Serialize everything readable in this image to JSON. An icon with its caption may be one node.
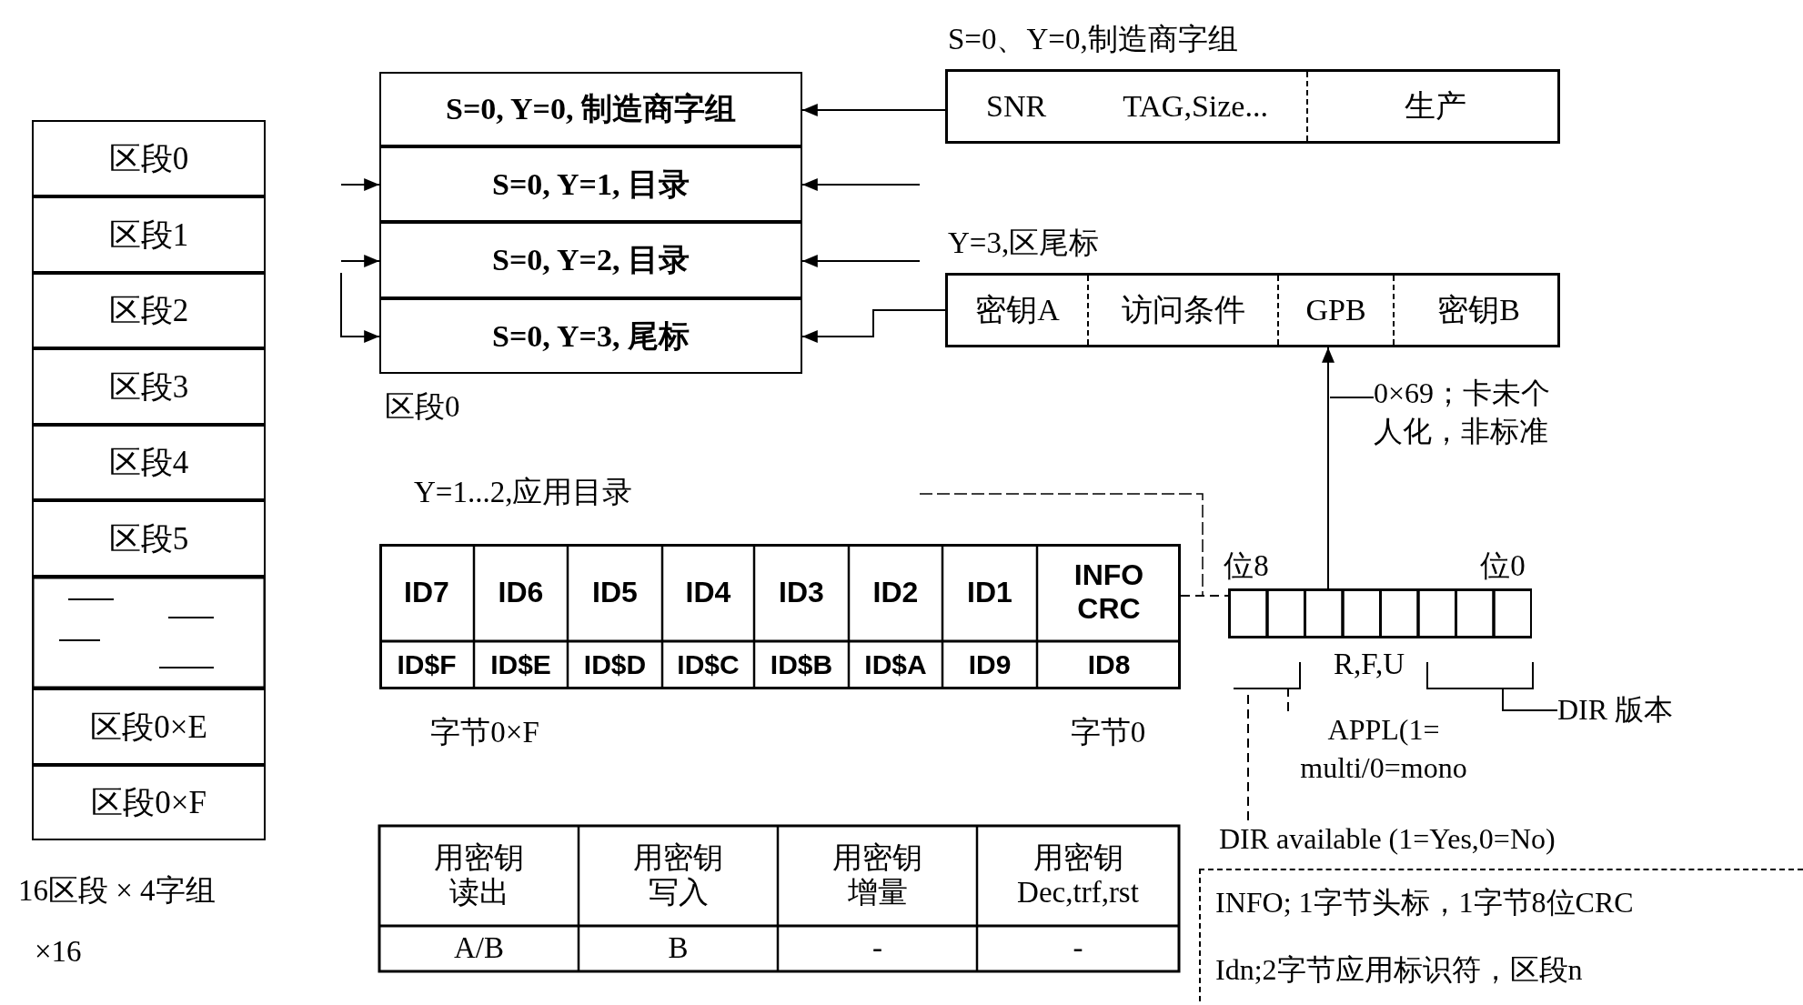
{
  "diagram": {
    "nodes": [
      {
        "text": [
          "区段0"
        ]
      },
      {
        "text": [
          "区段1"
        ]
      },
      {
        "text": [
          "区段2"
        ]
      },
      {
        "text": [
          "区段3"
        ]
      },
      {
        "text": [
          "区段4"
        ]
      },
      {
        "text": [
          "区段5"
        ]
      },
      {
        "text": [],
        "shape": "box"
      },
      {
        "text": [
          "区段0×E"
        ]
      },
      {
        "text": [
          "区段0×F"
        ]
      },
      {
        "text": [
          "S=0, Y=0, 制造商字组"
        ]
      },
      {
        "text": [
          "S=0, Y=1, 目录"
        ]
      },
      {
        "text": [
          "S=0, Y=2, 目录"
        ]
      },
      {
        "text": [
          "S=0, Y=3, 尾标"
        ]
      },
      {
        "text": [
          "S=0、Y=0,制造商字组"
        ]
      },
      {
        "text": [
          "SNR",
          "TAG,Size..."
        ],
        "in": 13
      },
      {
        "text": [
          "生产"
        ],
        "in": 13
      },
      {
        "text": [
          "Y=3,区尾标"
        ]
      },
      {
        "text": [
          "密钥A"
        ],
        "in": 16
      },
      {
        "text": [
          "访问条件"
        ],
        "in": 16
      },
      {
        "text": [
          "GPB"
        ],
        "in": 16
      },
      {
        "text": [
          "密钥B"
        ],
        "in": 16
      },
      {
        "text": [
          "Y=1...2,应用目录"
        ]
      },
      {
        "text": [],
        "shape": "box",
        "beside": [
          "位8",
          "位0",
          "R,F,U"
        ]
      },
      {
        "text": [
          "0×69；卡未个人化，非标准"
        ]
      },
      {
        "text": [
          "DIR 版本"
        ]
      },
      {
        "text": [
          "APPL(1= multi/0=mono"
        ]
      },
      {
        "text": [
          "DIR available (1=Yes,0=No)"
        ]
      },
      {
        "text": [
          "INFO; 1字节头标，1字节8位CRC",
          "Idn;2字节应用标识符，区段n"
        ]
      },
      {
        "text": [],
        "shape": "bracket"
      },
      {
        "text": [],
        "shape": "bracket"
      }
    ],
    "edges": [
      {
        "from": null,
        "to": 10,
        "arrow": "to"
      },
      {
        "from": null,
        "to": 11,
        "arrow": "to"
      },
      {
        "from": null,
        "to": 12,
        "arrow": "to"
      },
      {
        "from": 14,
        "to": 9,
        "arrow": "to"
      },
      {
        "from": null,
        "to": 10,
        "arrow": "to"
      },
      {
        "from": null,
        "to": 11,
        "arrow": "to"
      },
      {
        "from": 17,
        "to": 12,
        "arrow": "to"
      },
      {
        "from": 22,
        "to": 19,
        "arrow": "to"
      },
      {
        "from": 21,
        "to": 22,
        "arrow": "none",
        "style": "dashed"
      },
      {
        "from": 23,
        "to": null,
        "arrow": "none"
      },
      {
        "from": 24,
        "to": 29,
        "arrow": "none"
      },
      {
        "from": 25,
        "to": 28,
        "arrow": "none",
        "style": "dashed"
      },
      {
        "from": 26,
        "to": 28,
        "arrow": "none",
        "style": "dashed"
      }
    ],
    "labels": [
      "区段0",
      "ID7",
      "ID6",
      "ID5",
      "ID4",
      "ID3",
      "ID2",
      "ID1",
      "INFO CRC",
      "ID$F",
      "ID$E",
      "ID$D",
      "ID$C",
      "ID$B",
      "ID$A",
      "ID9",
      "ID8",
      "字节0×F",
      "字节0",
      "用密钥读出",
      "用密钥写入",
      "用密钥增量",
      "用密钥Dec,trf,rst",
      "A/B",
      "B",
      "-",
      "-",
      "16区段 × 4字组",
      "×16"
    ]
  }
}
